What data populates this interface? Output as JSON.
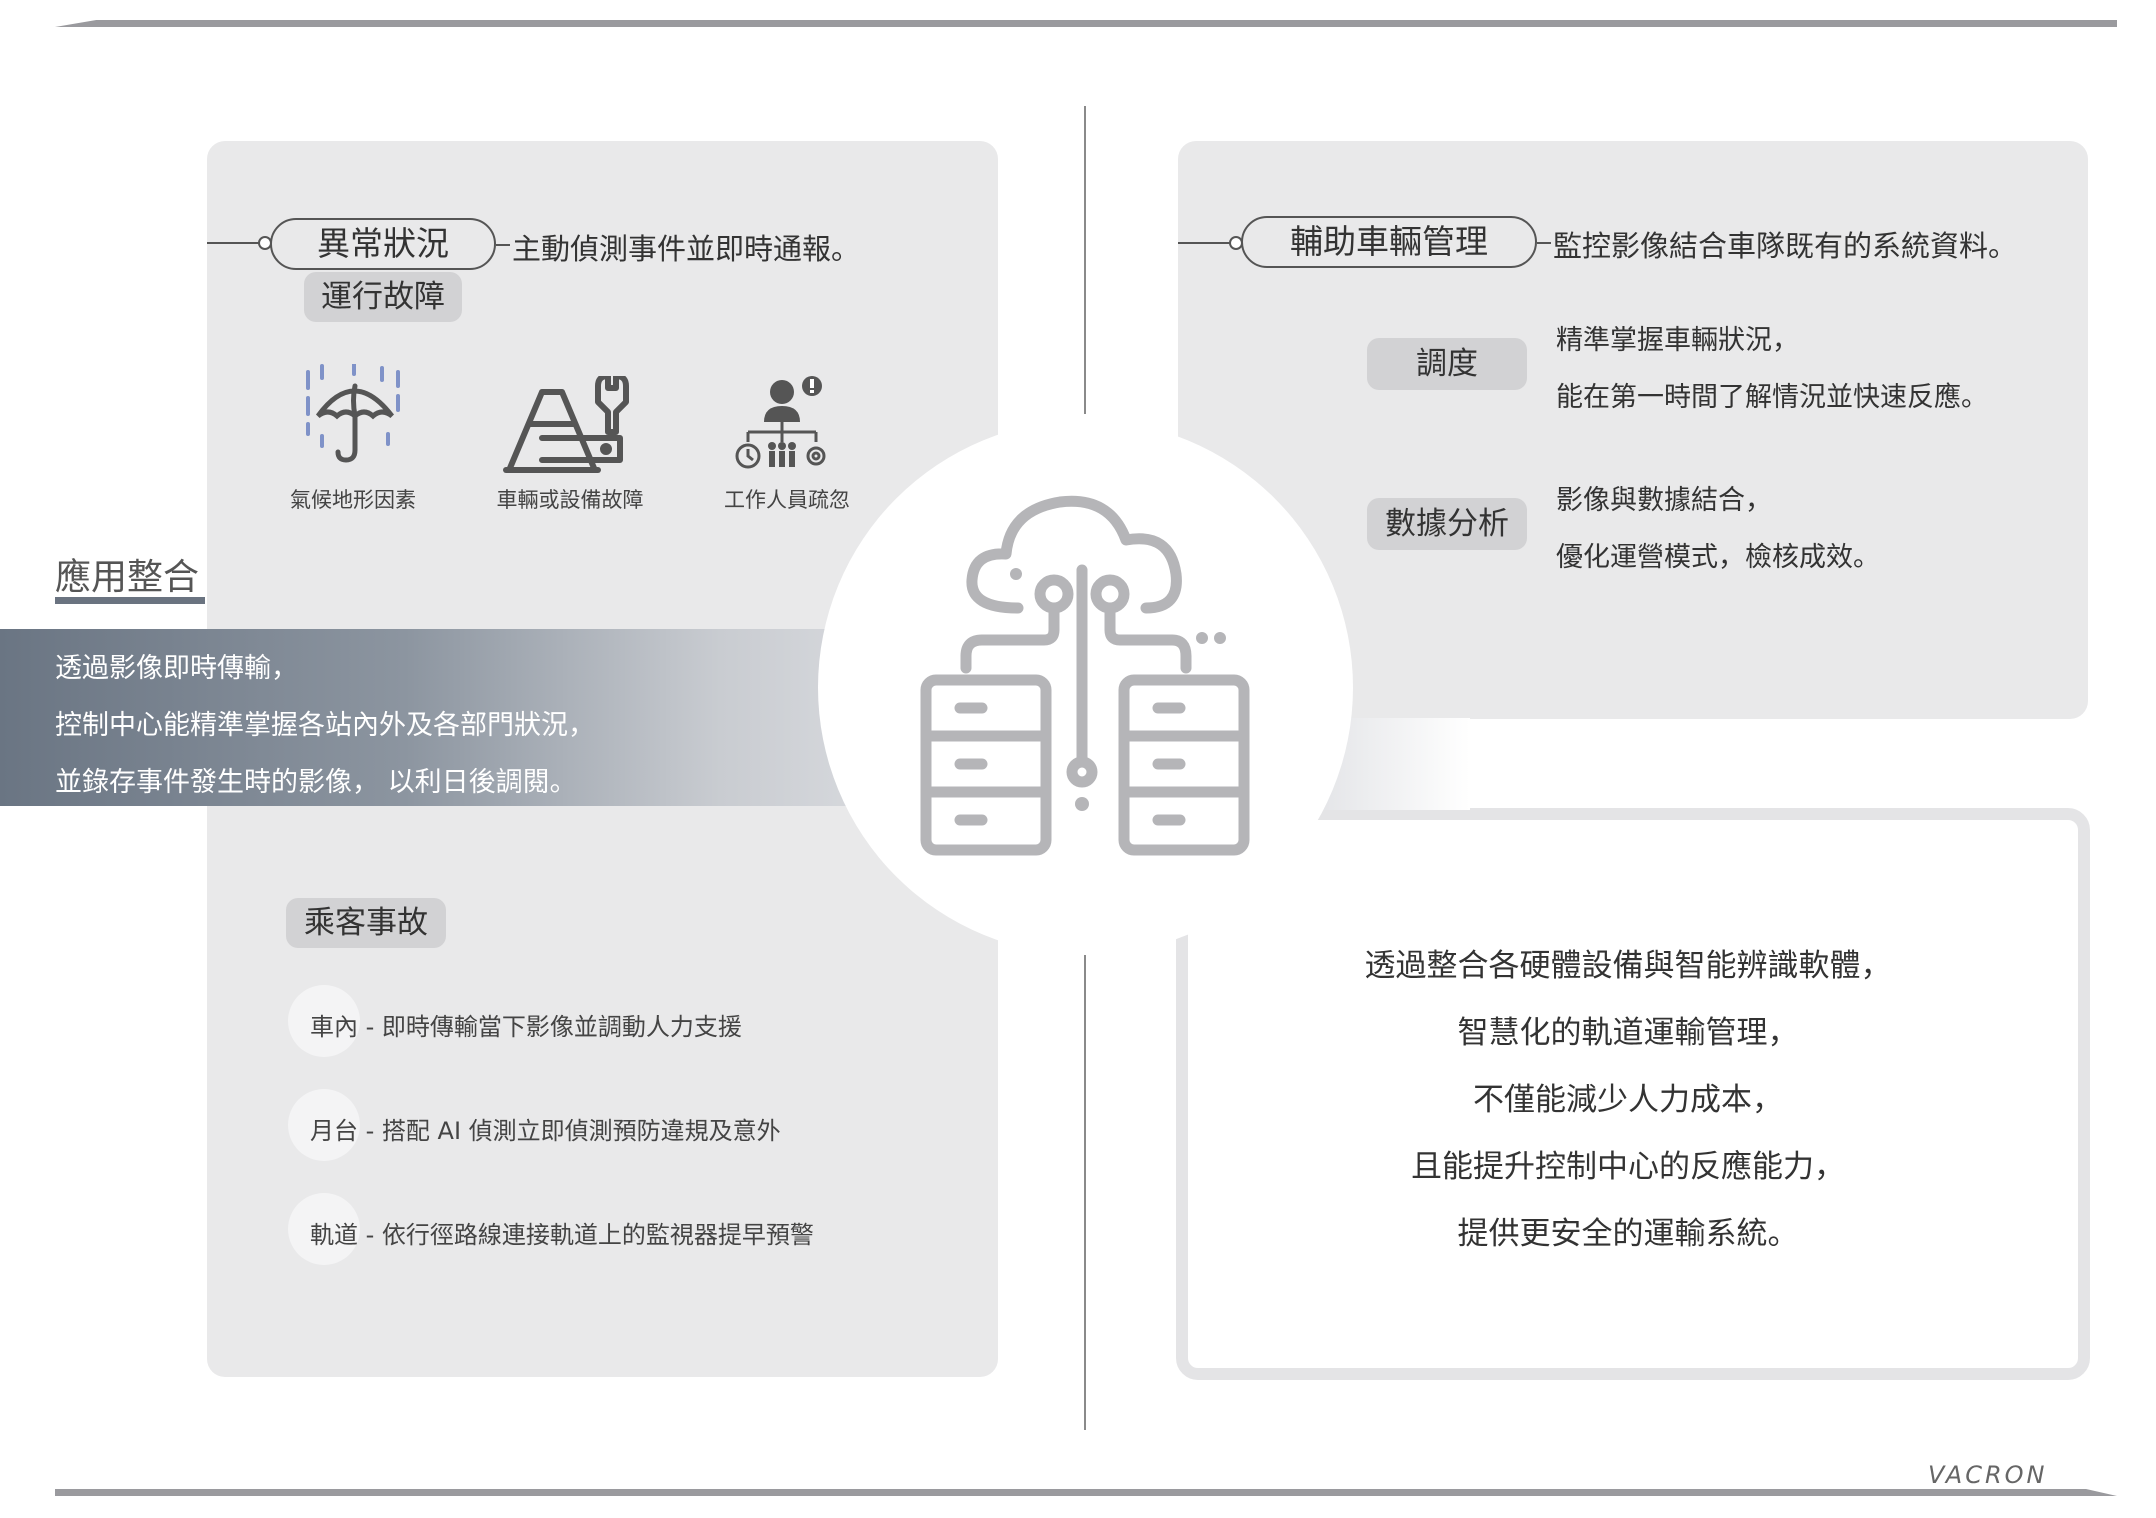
{
  "section": {
    "title": "應用整合",
    "banner_lines": [
      "透過影像即時傳輸，",
      "控制中心能精準掌握各站內外及各部門狀況，",
      "並錄存事件發生時的影像， 以利日後調閱。"
    ]
  },
  "left_panel": {
    "pill": "異常狀況",
    "pill_desc": "主動偵測事件並即時通報。",
    "tag_fault": "運行故障",
    "icons": [
      {
        "icon": "umbrella-rain-icon",
        "label": "氣候地形因素"
      },
      {
        "icon": "ladder-wrench-icon",
        "label": "車輛或設備故障"
      },
      {
        "icon": "staff-alert-icon",
        "label": "工作人員疏忽"
      }
    ],
    "tag_passenger": "乘客事故",
    "rows": [
      {
        "text": "車內 - 即時傳輸當下影像並調動人力支援"
      },
      {
        "text": "月台 - 搭配 AI 偵測立即偵測預防違規及意外"
      },
      {
        "text": "軌道 - 依行徑路線連接軌道上的監視器提早預警"
      }
    ]
  },
  "right_panel": {
    "pill": "輔助車輛管理",
    "pill_desc": "監控影像結合車隊既有的系統資料。",
    "items": [
      {
        "tag": "調度",
        "lines": [
          "精準掌握車輛狀況，",
          "能在第一時間了解情況並快速反應。"
        ]
      },
      {
        "tag": "數據分析",
        "lines": [
          "影像與數據結合，",
          "優化運營模式，檢核成效。"
        ]
      }
    ]
  },
  "summary": {
    "lines": [
      "透過整合各硬體設備與智能辨識軟體，",
      "智慧化的軌道運輸管理，",
      "不僅能減少人力成本，",
      "且能提升控制中心的反應能力，",
      "提供更安全的運輸系統。"
    ]
  },
  "center_icon": "cloud-server-icon",
  "brand": "VACRON",
  "colors": {
    "panel": "#e9e9ea",
    "banner_start": "#6a7583",
    "icon_gray": "#b5b5b8",
    "icon_blue": "#7f92c8"
  }
}
